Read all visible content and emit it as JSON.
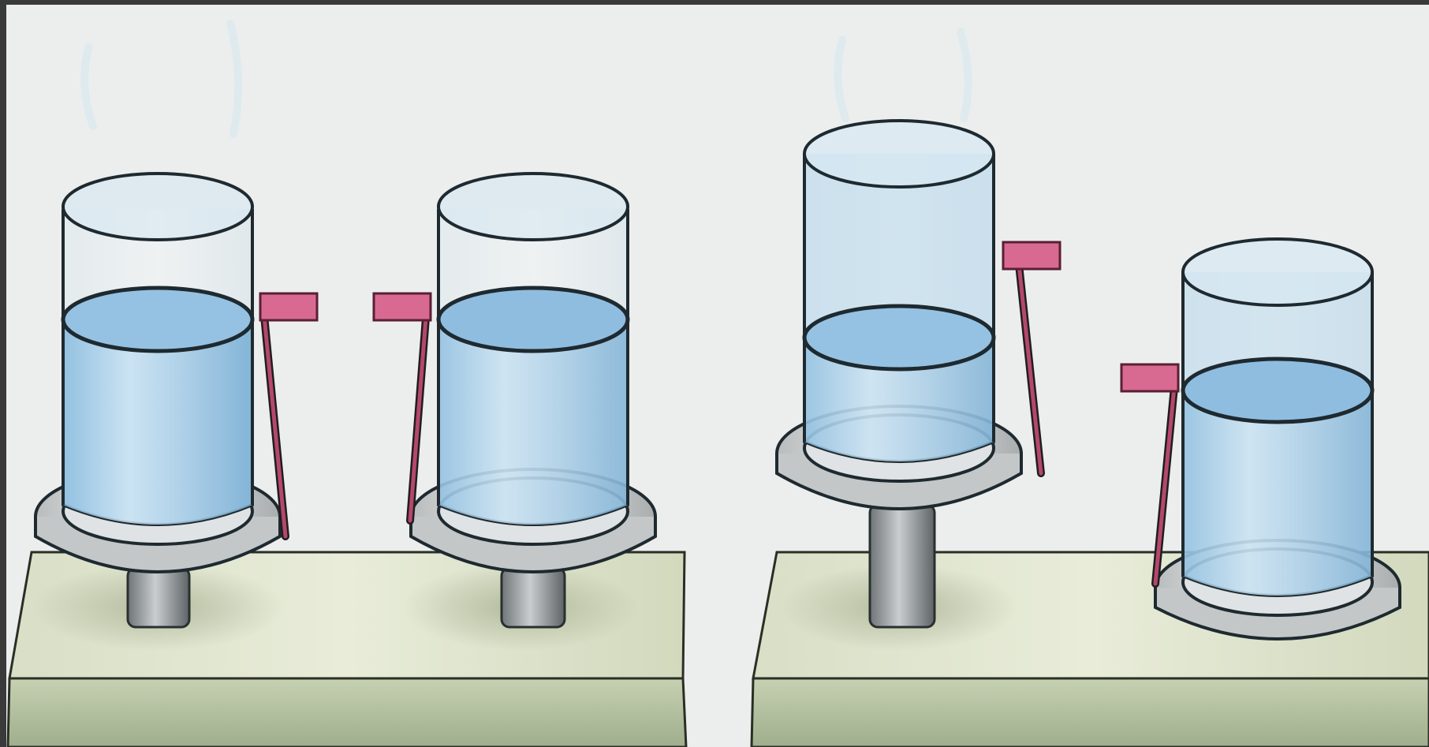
{
  "figure": {
    "groups": [
      {
        "id": "left",
        "description_key": "equal-levels",
        "beakers": 2
      },
      {
        "id": "right",
        "description_key": "raised-and-lowered",
        "beakers": 2
      }
    ]
  },
  "colors": {
    "frame": "#3a3a3a",
    "background": "#eef0ef",
    "water": "#a9cde6",
    "water_dark": "#7fb2d6",
    "glass_edge": "#1e2a30",
    "base_top": "#dde3cc",
    "base_front": "#b5c1a2",
    "tube": "#b5476d",
    "tube_end": "#d86a92",
    "dish": "#e2e4e4",
    "stand": "#8b9093"
  }
}
